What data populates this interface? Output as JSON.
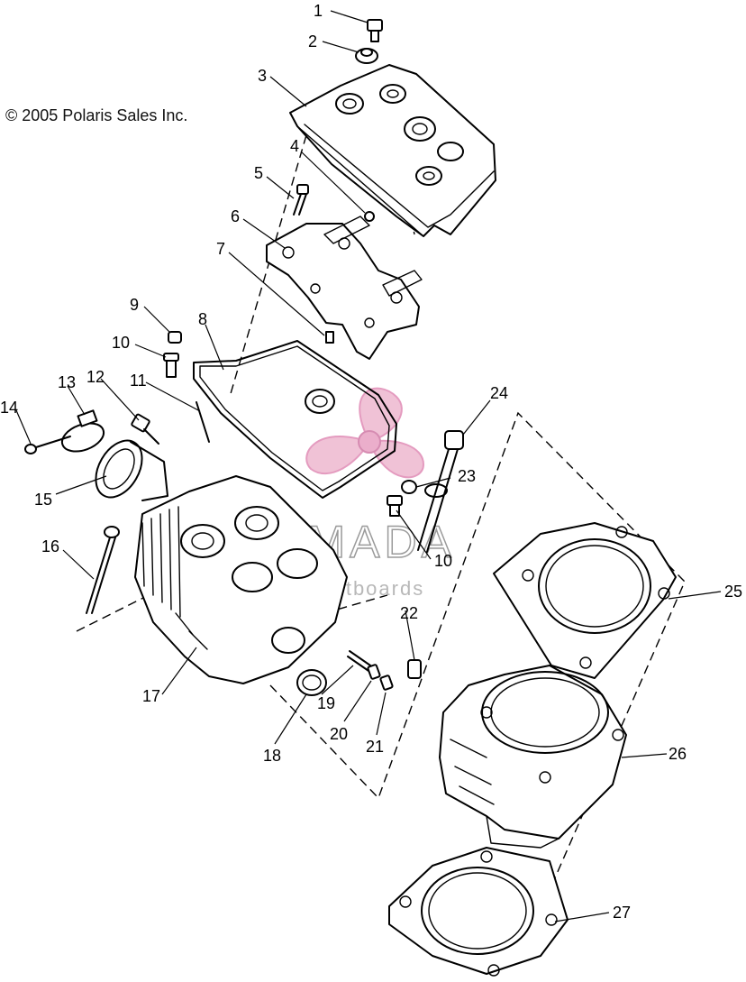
{
  "copyright": "© 2005 Polaris Sales Inc.",
  "watermark": {
    "name": "ARMADA",
    "subtitle": "marine outboards",
    "logo_color": "#e8a9c6"
  },
  "callouts": [
    "1",
    "2",
    "3",
    "4",
    "5",
    "6",
    "7",
    "8",
    "9",
    "10",
    "11",
    "12",
    "13",
    "14",
    "15",
    "16",
    "17",
    "18",
    "19",
    "20",
    "21",
    "22",
    "23",
    "24",
    "10",
    "25",
    "26",
    "27"
  ]
}
